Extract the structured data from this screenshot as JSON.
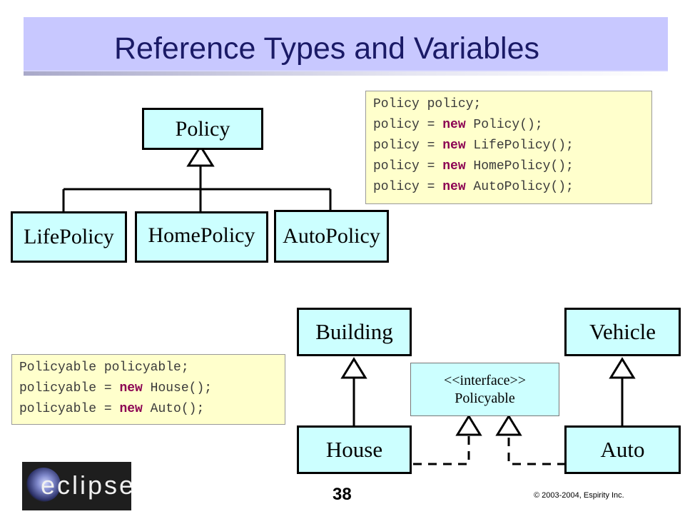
{
  "slide": {
    "title": "Reference Types and Variables",
    "page_number": "38",
    "copyright": "© 2003-2004, Espirity Inc.",
    "logo_text": "eclipse"
  },
  "policy_hierarchy": {
    "parent": "Policy",
    "children": [
      "LifePolicy",
      "HomePolicy",
      "AutoPolicy"
    ]
  },
  "policy_code": [
    [
      "Policy policy;"
    ],
    [
      "policy = ",
      "new",
      " Policy();"
    ],
    [
      "policy = ",
      "new",
      " LifePolicy();"
    ],
    [
      "policy = ",
      "new",
      " HomePolicy();"
    ],
    [
      "policy = ",
      "new",
      " AutoPolicy();"
    ]
  ],
  "policyable_diagram": {
    "building": "Building",
    "vehicle": "Vehicle",
    "house": "House",
    "auto": "Auto",
    "interface_stereotype": "<<interface>>",
    "interface_name": "Policyable"
  },
  "policyable_code": [
    [
      "Policyable policyable;"
    ],
    [
      "policyable = ",
      "new",
      " House();"
    ],
    [
      "policyable = ",
      "new",
      " Auto();"
    ]
  ],
  "colors": {
    "title_band": "#c8c8ff",
    "box_fill": "#ccffff",
    "code_fill": "#ffffcc",
    "keyword": "#8b0052"
  }
}
